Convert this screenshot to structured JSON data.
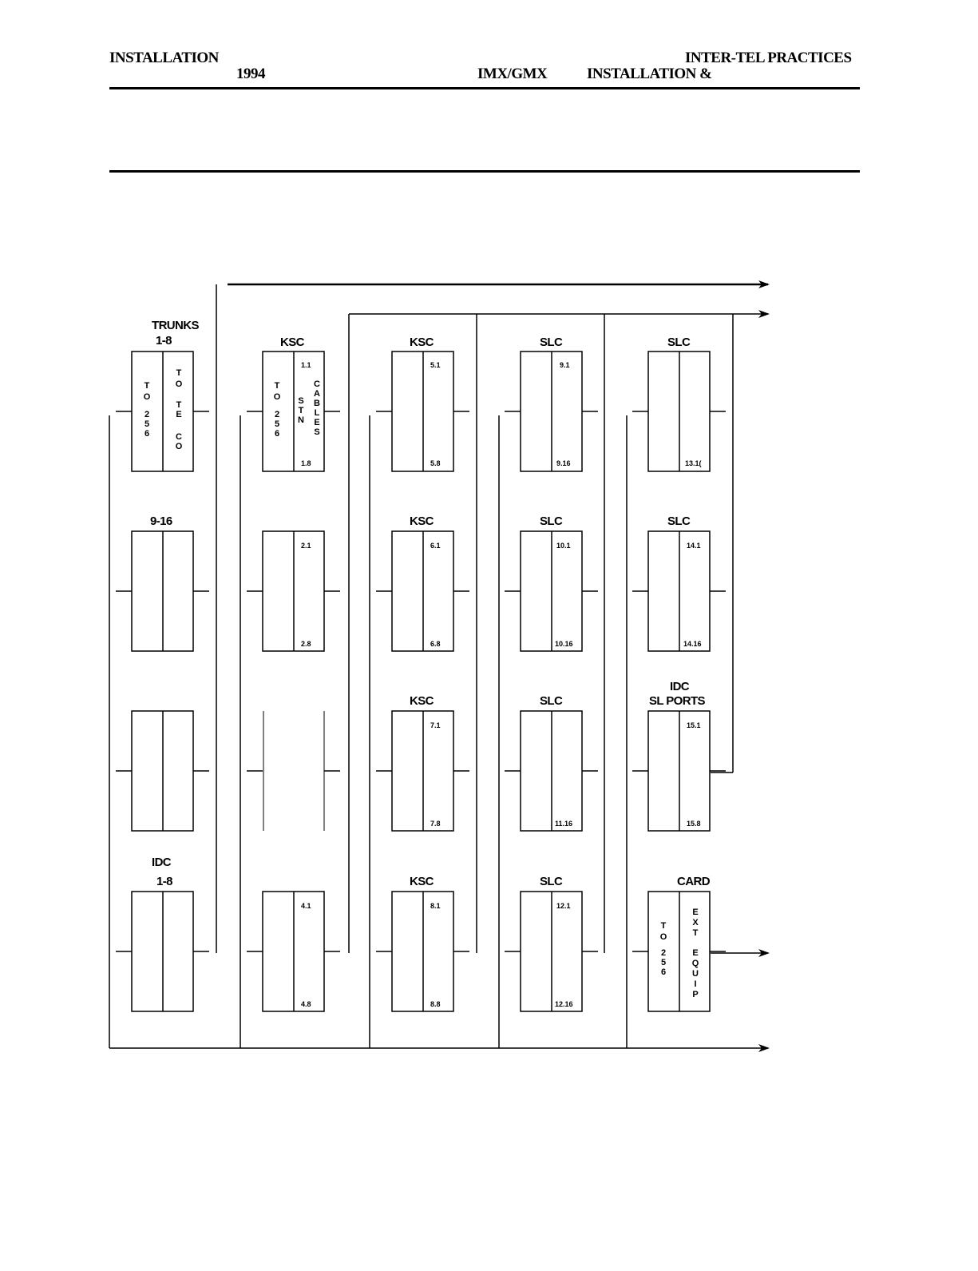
{
  "header": {
    "left_top": "INSTALLATION",
    "left_bottom": "1994",
    "center": "IMX/GMX",
    "right_top": "INTER-TEL PRACTICES",
    "right_bottom": "INSTALLATION &"
  },
  "diagram": {
    "column_labels": {
      "trunks": "TRUNKS",
      "trunks_range": "1-8",
      "trunks_range2": "9-16",
      "idc": "IDC",
      "idc_range": "1-8",
      "ksc_a": "KSC",
      "ksc_b1": "KSC",
      "ksc_b2": "KSC",
      "ksc_b3": "KSC",
      "ksc_b4": "KSC",
      "slc_c1": "SLC",
      "slc_c2": "SLC",
      "slc_c3": "SLC",
      "slc_c4": "SLC",
      "slc_d1": "SLC",
      "slc_d2": "SLC",
      "idc_sl_top": "IDC",
      "idc_sl_bottom": "SL PORTS",
      "card": "CARD"
    },
    "vertical_text": {
      "to_256": [
        "T",
        "O",
        "2",
        "5",
        "6"
      ],
      "to_telco": [
        "T",
        "O",
        "T",
        "E",
        "C",
        "O"
      ],
      "stn": [
        "S",
        "T",
        "N"
      ],
      "cables": [
        "C",
        "A",
        "B",
        "L",
        "E",
        "S"
      ],
      "ext_equip": [
        "E",
        "X",
        "T",
        "E",
        "Q",
        "U",
        "I",
        "P"
      ]
    },
    "port_labels": {
      "b11": "1.1",
      "b18": "1.8",
      "b21": "2.1",
      "b28": "2.8",
      "b41": "4.1",
      "b48": "4.8",
      "c51": "5.1",
      "c58": "5.8",
      "c61": "6.1",
      "c68": "6.8",
      "c71": "7.1",
      "c78": "7.8",
      "c81": "8.1",
      "c88": "8.8",
      "d91": "9.1",
      "d916": "9.16",
      "d101": "10.1",
      "d1016": "10.16",
      "d1116": "11.16",
      "d121": "12.1",
      "d1216": "12.16",
      "e1316": "13.1(",
      "e141": "14.1",
      "e1416": "14.16",
      "e151": "15.1",
      "e158": "15.8"
    }
  }
}
